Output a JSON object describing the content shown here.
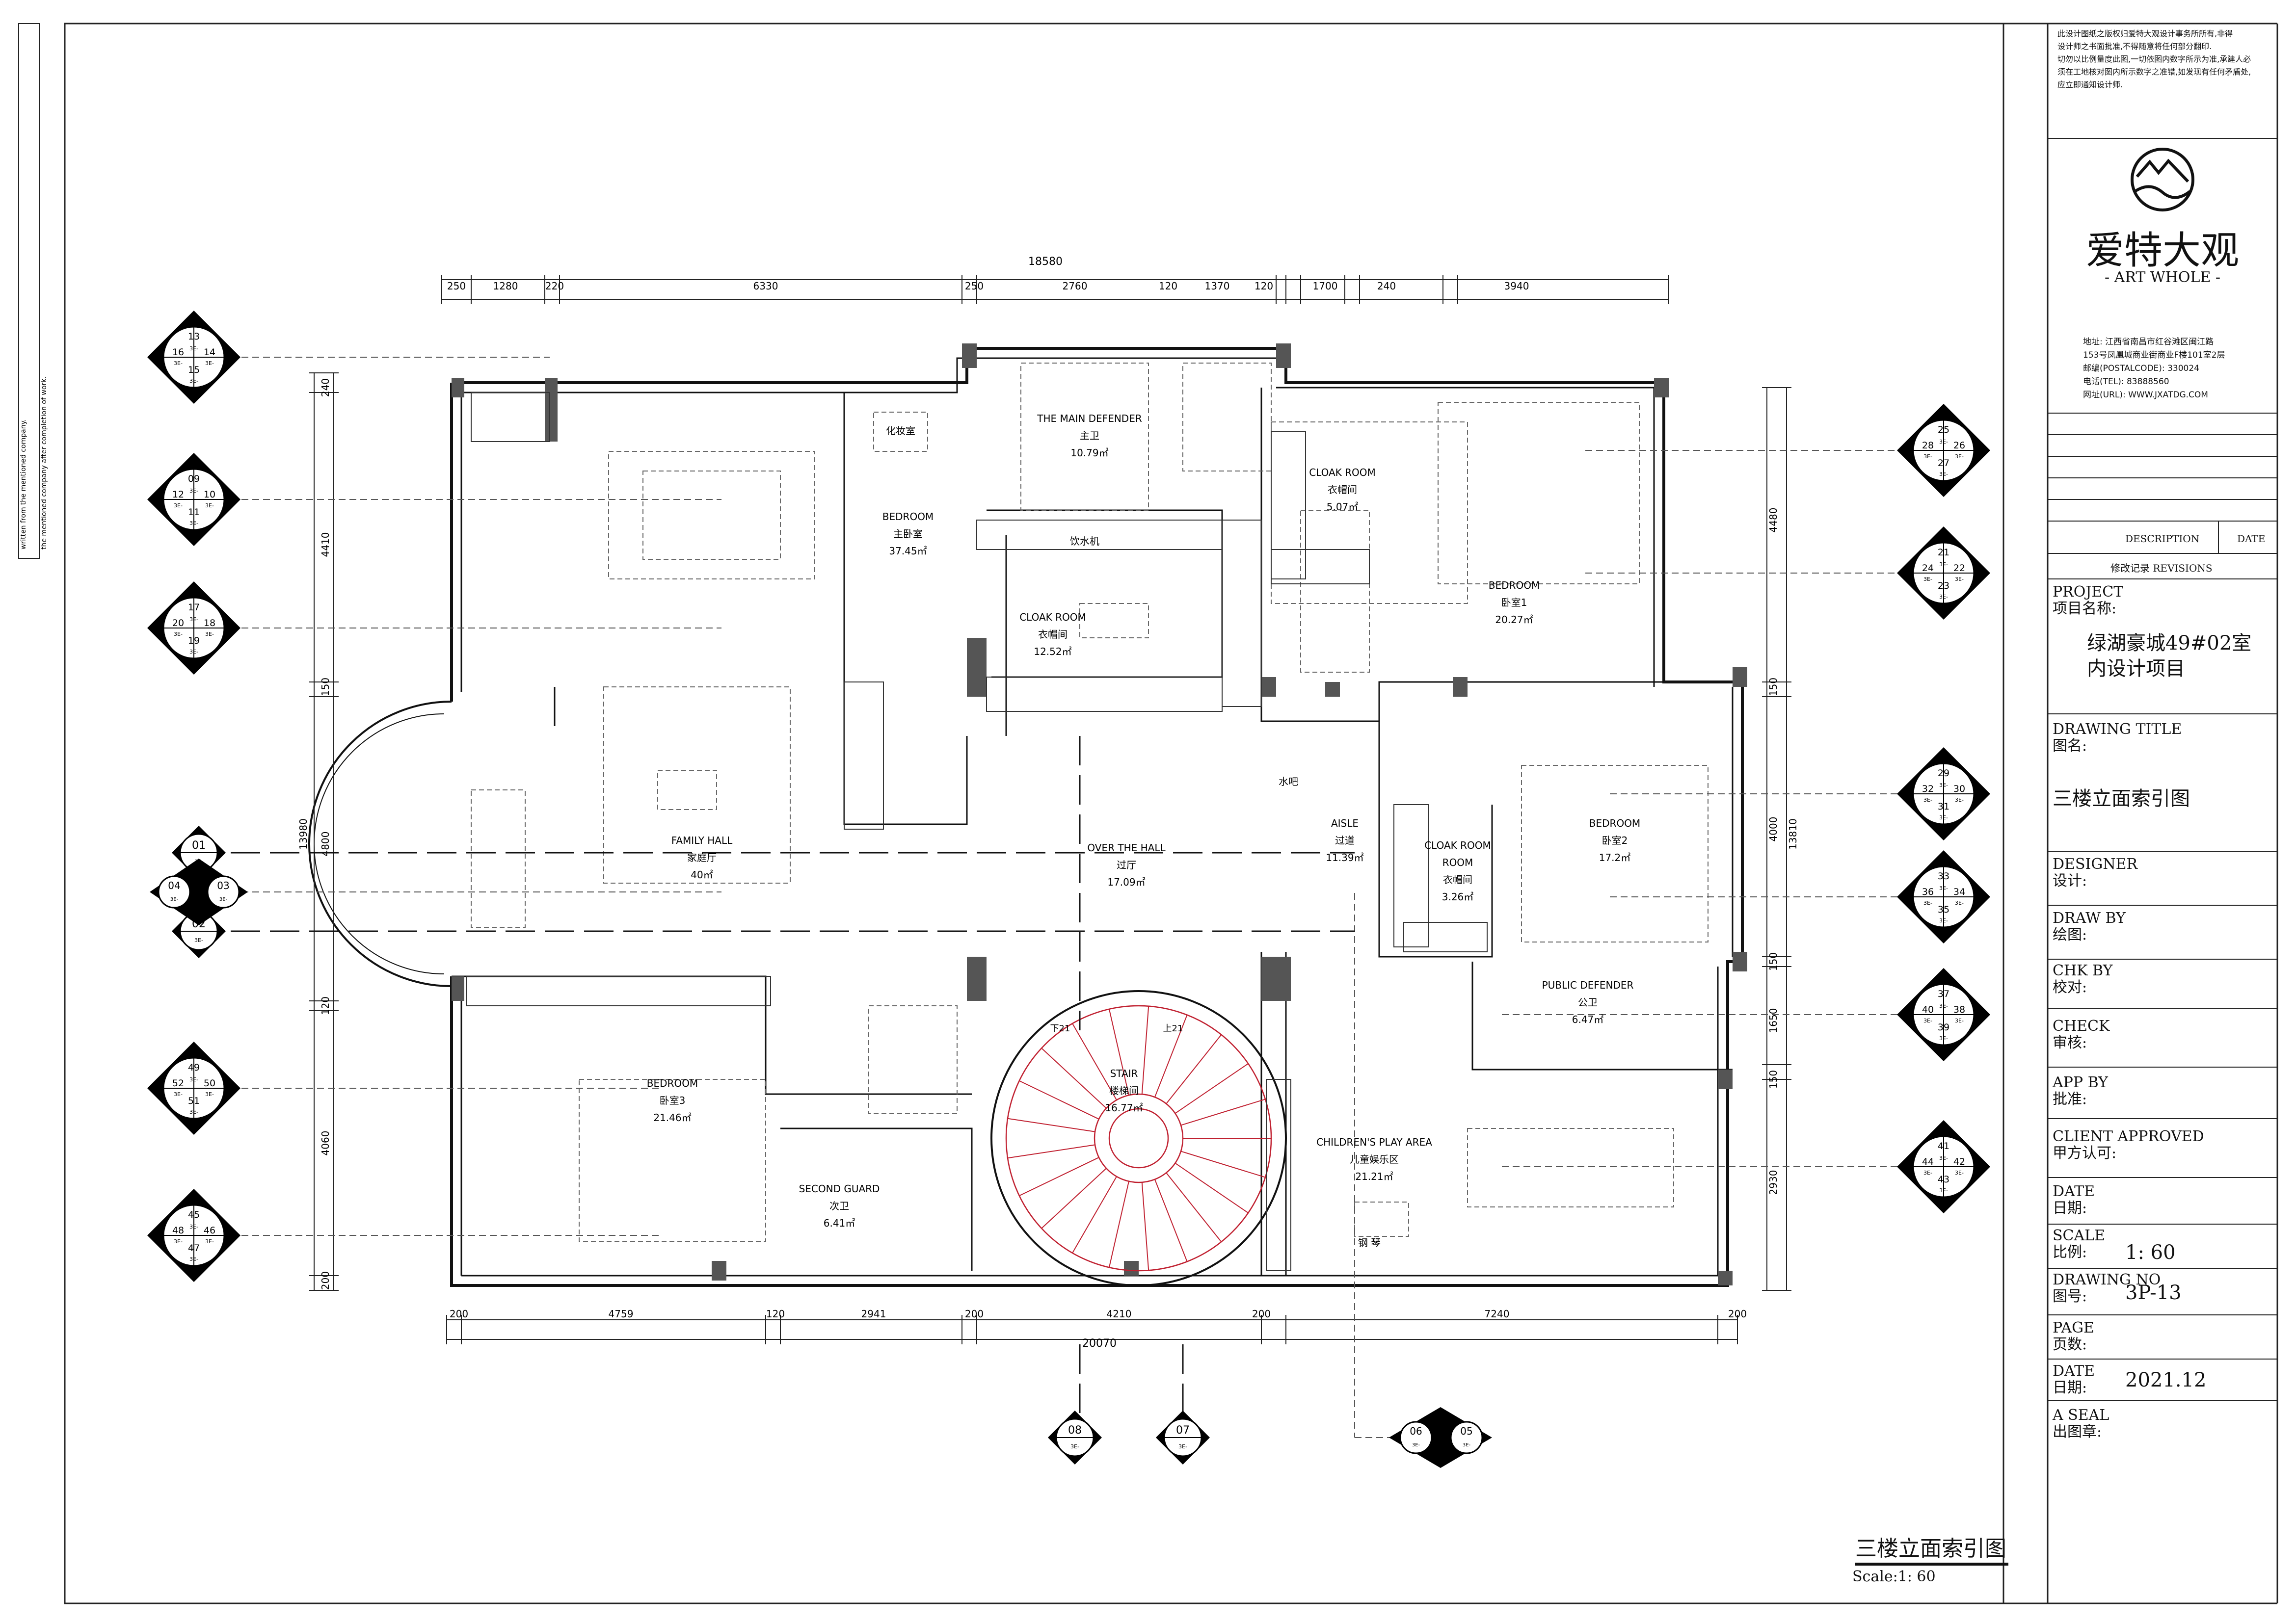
{
  "sidebar_note": {
    "line1": "written from the mentioned company.",
    "line2": "the mentioned company after completion of work."
  },
  "title_block": {
    "notes": [
      "此设计图纸之版权归爱特大观设计事务所所有,非得",
      "设计师之书面批准,不得随意将任何部分翻印.",
      "切勿以比例量度此图,一切依图内数字所示为准,承建人必",
      "须在工地核对图内所示数字之准错,如发现有任何矛盾处,",
      "应立即通知设计师."
    ],
    "brand_cn": "爱特大观",
    "brand_en": "- ART WHOLE -",
    "address": [
      "地址: 江西省南昌市红谷滩区闽江路",
      "153号凤凰城商业街商业F楼101室2层",
      "邮编(POSTALCODE): 330024",
      "电话(TEL): 83888560",
      "网址(URL): WWW.JXATDG.COM"
    ],
    "revision_headers": {
      "description": "DESCRIPTION",
      "date": "DATE"
    },
    "revisions_label": "修改记录  REVISIONS",
    "project_label_en": "PROJECT",
    "project_label_cn": "项目名称:",
    "project_name_1": "绿湖豪城49#02室",
    "project_name_2": "内设计项目",
    "drawing_title_en": "DRAWING TITLE",
    "drawing_title_cn": "图名:",
    "drawing_title_value": "三楼立面索引图",
    "designer_en": "DESIGNER",
    "designer_cn": "设计:",
    "draw_by_en": "DRAW BY",
    "draw_by_cn": "绘图:",
    "chk_by_en": "CHK BY",
    "chk_by_cn": "校对:",
    "check_en": "CHECK",
    "check_cn": "审核:",
    "app_by_en": "APP BY",
    "app_by_cn": "批准:",
    "client_en": "CLIENT APPROVED",
    "client_cn": "甲方认可:",
    "date_en": "DATE",
    "date_cn": "日期:",
    "scale_en": "SCALE",
    "scale_cn": "比例:",
    "scale_value": "1: 60",
    "drawing_no_en": "DRAWING NO",
    "drawing_no_cn": "图号:",
    "drawing_no_value": "3P-13",
    "page_en": "PAGE",
    "page_cn": "页数:",
    "date2_en": "DATE",
    "date2_cn": "日期:",
    "date2_value": "2021.12",
    "seal_en": "A SEAL",
    "seal_cn": "出图章:"
  },
  "plan_title": {
    "name": "三楼立面索引图",
    "scale": "Scale:1: 60"
  },
  "dimensions": {
    "top_total": "18580",
    "top_segments": [
      "250",
      "1280",
      "220",
      "6330",
      "250",
      "2760",
      "120",
      "1370",
      "120",
      "1700",
      "240",
      "3940"
    ],
    "bottom_total": "20070",
    "bottom_segments": [
      "200",
      "4759",
      "120",
      "2941",
      "200",
      "4210",
      "200",
      "7240",
      "200"
    ],
    "left_total": "13980",
    "left_segments": [
      "240",
      "4410",
      "150",
      "4800",
      "120",
      "4060",
      "200"
    ],
    "right_total": "13810",
    "right_segments": [
      "4480",
      "150",
      "4000",
      "150",
      "1650",
      "150",
      "2930"
    ]
  },
  "rooms": [
    {
      "en": "BEDROOM",
      "cn": "主卧室",
      "area": "37.45㎡"
    },
    {
      "en": "THE MAIN DEFENDER",
      "cn": "主卫",
      "area": "10.79㎡"
    },
    {
      "en": "CLOAK ROOM",
      "cn": "衣帽间",
      "area": "12.52㎡"
    },
    {
      "en": "CLOAK ROOM",
      "cn": "衣帽间",
      "area": "5.07㎡"
    },
    {
      "en": "BEDROOM",
      "cn": "卧室1",
      "area": "20.27㎡"
    },
    {
      "en": "FAMILY HALL",
      "cn": "家庭厅",
      "area": "40㎡"
    },
    {
      "en": "OVER THE HALL",
      "cn": "过厅",
      "area": "17.09㎡"
    },
    {
      "en": "AISLE",
      "cn": "过道",
      "area": "11.39㎡"
    },
    {
      "en": "CLOAK ROOM",
      "cn": "衣帽间",
      "area": "3.26㎡"
    },
    {
      "en": "BEDROOM",
      "cn": "卧室2",
      "area": "17.2㎡"
    },
    {
      "en": "PUBLIC DEFENDER",
      "cn": "公卫",
      "area": "6.47㎡"
    },
    {
      "en": "BEDROOM",
      "cn": "卧室3",
      "area": "21.46㎡"
    },
    {
      "en": "SECOND GUARD",
      "cn": "次卫",
      "area": "6.41㎡"
    },
    {
      "en": "STAIR",
      "cn": "楼梯间",
      "area": "16.77㎡"
    },
    {
      "en": "CHILDREN'S PLAY AREA",
      "cn": "儿童娱乐区",
      "area": "21.21㎡"
    }
  ],
  "misc_labels": {
    "vanity": "化妆室",
    "water_dispenser": "饮水机",
    "water_bar": "水吧",
    "piano": "钢 琴",
    "stair_down": "下21",
    "stair_up": "上21",
    "cloak_short": "ROOM"
  },
  "index_markers": {
    "sheet_ref": "3E-",
    "left": [
      [
        "13",
        "14",
        "15",
        "16"
      ],
      [
        "09",
        "10",
        "11",
        "12"
      ],
      [
        "17",
        "18",
        "19",
        "20"
      ],
      [
        "49",
        "50",
        "51",
        "52"
      ],
      [
        "45",
        "46",
        "47",
        "48"
      ]
    ],
    "right": [
      [
        "25",
        "26",
        "27",
        "28"
      ],
      [
        "21",
        "22",
        "23",
        "24"
      ],
      [
        "29",
        "30",
        "31",
        "32"
      ],
      [
        "33",
        "34",
        "35",
        "36"
      ],
      [
        "37",
        "38",
        "39",
        "40"
      ],
      [
        "41",
        "42",
        "43",
        "44"
      ]
    ],
    "section": [
      "01",
      "02",
      "03",
      "04",
      "05",
      "06",
      "07",
      "08"
    ]
  }
}
